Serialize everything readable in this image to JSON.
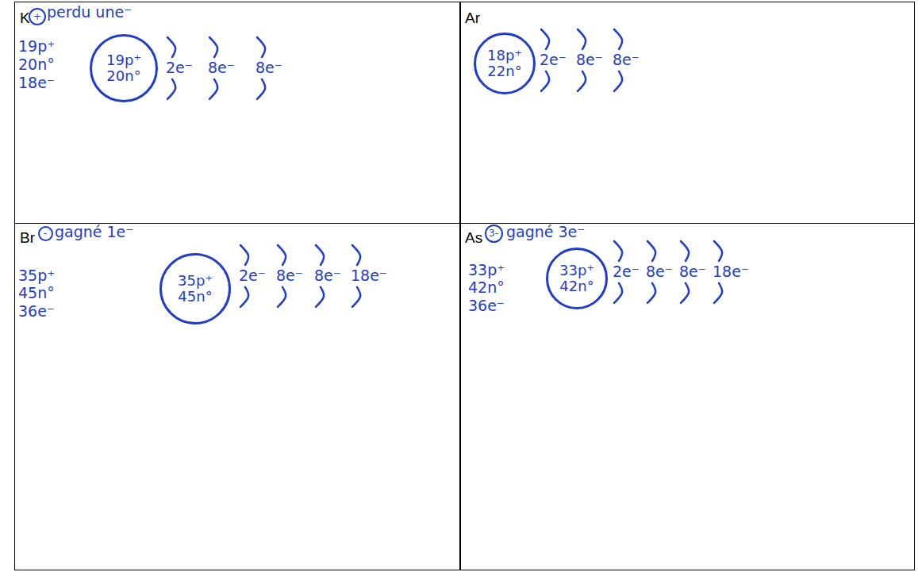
{
  "diagram": {
    "nodes": [
      {
        "text": [
          "K",
          "perdu une⁻",
          "19p⁺",
          "20n°",
          "18e⁻",
          "2e⁻",
          "8e⁻",
          "8e⁻"
        ]
      },
      {
        "text": [
          "+"
        ],
        "in": 0
      },
      {
        "text": [
          "19p⁺",
          "20n°"
        ],
        "in": 0
      },
      {
        "text": [
          "Ar",
          "2e⁻",
          "8e⁻",
          "8e⁻"
        ]
      },
      {
        "text": [
          "18p⁺",
          "22n°"
        ],
        "in": 3
      },
      {
        "text": [
          "Br",
          "gagné 1e⁻",
          "35p⁺",
          "45n°",
          "36e⁻",
          "2e⁻",
          "8e⁻",
          "8e⁻",
          "18e⁻"
        ]
      },
      {
        "text": [
          "-"
        ],
        "in": 5
      },
      {
        "text": [
          "35p⁺",
          "45n°"
        ],
        "in": 5
      },
      {
        "text": [
          "As",
          "gagné 3e⁻",
          "33p⁺",
          "42n°",
          "36e⁻",
          "2e⁻",
          "8e⁻",
          "8e⁻",
          "18e⁻"
        ]
      },
      {
        "text": [
          "3-"
        ],
        "in": 8
      },
      {
        "text": [
          "33p⁺",
          "42n°"
        ],
        "in": 8
      }
    ]
  }
}
